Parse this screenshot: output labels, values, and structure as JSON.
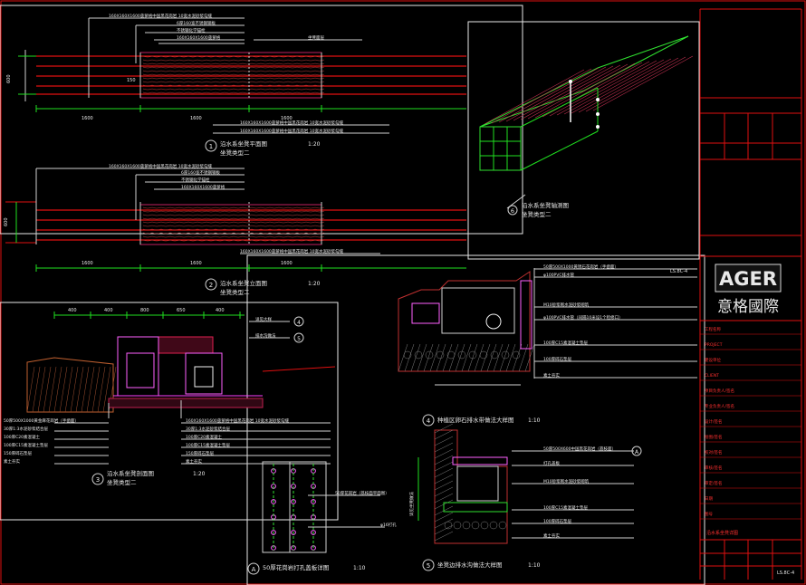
{
  "views": {
    "plan": {
      "num": "1",
      "title": "沿水系坐凳平面图",
      "sub": "坐凳类型二",
      "scale": "1:20"
    },
    "elevation": {
      "num": "2",
      "title": "沿水系坐凳立面图",
      "sub": "坐凳类型二",
      "scale": "1:20"
    },
    "section": {
      "num": "3",
      "title": "沿水系坐凳剖面图",
      "sub": "坐凳类型二",
      "scale": "1:20"
    },
    "detail4": {
      "num": "4",
      "title": "种植区卵石排水带做法大样图",
      "scale": "1:10"
    },
    "detail5": {
      "num": "5",
      "title": "坐凳边排水沟做法大样图",
      "scale": "1:10"
    },
    "axon": {
      "num": "6",
      "title": "沿水系坐凳轴测图",
      "sub": "坐凳类型二"
    },
    "detailA": {
      "num": "A",
      "title": "50厚花岗岩打孔盖板详图",
      "scale": "1:10"
    }
  },
  "plan_labels": [
    "160X160X1600菠萝格中国黑花岗岩  10宽水泥砂浆勾缝",
    "6厚160宽不锈钢钢板",
    "不锈钢化学锚栓",
    "160X160X1600菠萝格",
    "160X160X1600菠萝格中国黑花岗岩  10宽水泥砂浆勾缝",
    "160X160X1600菠萝格中国黑花岗岩  10宽水泥砂浆勾缝",
    "坐凳面层"
  ],
  "elev_labels": [
    "160X160X1600菠萝格中国黑花岗岩  10宽水泥砂浆勾缝",
    "6厚160宽不锈钢钢板",
    "不锈钢化学锚栓",
    "160X160X1600菠萝格",
    "160X160X1600菠萝格中国黑花岗岩  10宽水泥砂浆勾缝"
  ],
  "section_labels_left": [
    "50厚500X1000黄金麻花岗岩（手凿面）",
    "30厚1:3水泥砂浆结合层",
    "100厚C20素混凝土",
    "100厚C15素混凝土垫层",
    "150厚碎石垫层",
    "素土夯实"
  ],
  "section_labels_right": [
    "160X160X1600菠萝格中国黑花岗岩  10宽水泥砂浆勾缝",
    "30厚1:3水泥砂浆结合层",
    "100厚C20素混凝土",
    "100厚C15素混凝土垫层",
    "150厚碎石垫层",
    "素土夯实"
  ],
  "section_top_labels": [
    "详见大样",
    "排水沟做法"
  ],
  "detail4_labels": [
    "50厚500X1000黄锈石花岗岩（手凿面）",
    "φ100PVC排水管",
    "M10砂浆砌水泥砂浆砌筑",
    "φ100PVC排水管（间隔10米设1个检修口）",
    "100厚C15素混凝土垫层",
    "100厚碎石垫层",
    "素土夯实"
  ],
  "detail5_labels": [
    "50厚500X600中国黑花岗岩（荔枝面）",
    "打孔盖板",
    "M10砂浆砌水泥砂浆砌筑",
    "100厚C15素混凝土垫层",
    "100厚碎石垫层",
    "素土夯实"
  ],
  "detailA_labels": [
    "50厚花岗岩（荔枝面平面图）",
    "φ16打孔"
  ],
  "dims": {
    "plan": [
      "1600",
      "1600",
      "1600",
      "150"
    ],
    "elev": [
      "1600",
      "1600",
      "1600"
    ],
    "section": [
      "400",
      "400",
      "800",
      "650",
      "400"
    ],
    "height": "600"
  },
  "refs": {
    "d4": "4",
    "d5": "5",
    "dA": "A",
    "ls": "LS.8C-4"
  },
  "title_block": {
    "logo": "AGER",
    "company": "意格國際",
    "rows": [
      "工程名称",
      "PROJECT",
      "建设单位",
      "CLIENT",
      "项目负责人/签名",
      "专业负责人/签名",
      "设计/签名",
      "绘图/签名",
      "校对/签名",
      "审核/签名",
      "审定/签名",
      "日期",
      "图号"
    ],
    "sheet": "LS.8C-4",
    "sheet_name": "沿水系坐凳详图"
  }
}
